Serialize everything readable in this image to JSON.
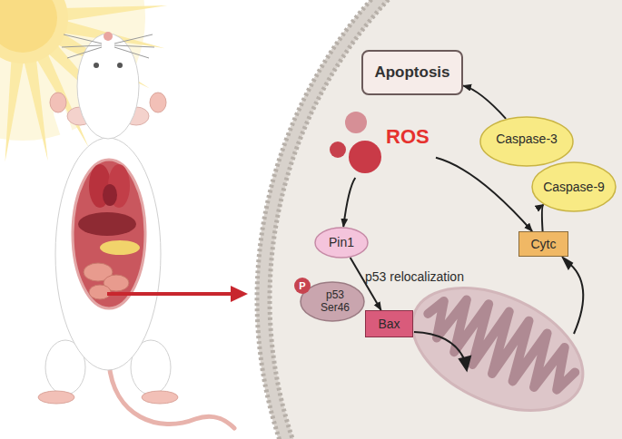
{
  "diagram": {
    "nodes": [
      {
        "text": [
          "Apoptosis"
        ]
      },
      {
        "text": [
          "ROS"
        ]
      },
      {
        "text": [
          "Caspase-3"
        ]
      },
      {
        "text": [
          "Caspase-9"
        ]
      },
      {
        "text": [
          "Cytc"
        ]
      },
      {
        "text": [
          "Pin1"
        ]
      },
      {
        "text": [
          "P",
          "p53 Ser46"
        ]
      },
      {
        "text": [
          "Bax"
        ]
      }
    ],
    "edges": [
      {
        "from": 1,
        "to": 5,
        "arrow": "to"
      },
      {
        "from": 1,
        "to": 4,
        "arrow": "to"
      },
      {
        "from": 5,
        "to": 7,
        "label": "p53 relocalization",
        "arrow": "to"
      },
      {
        "from": 4,
        "to": 3,
        "arrow": "to"
      },
      {
        "from": 2,
        "to": 0,
        "arrow": "to"
      }
    ]
  }
}
